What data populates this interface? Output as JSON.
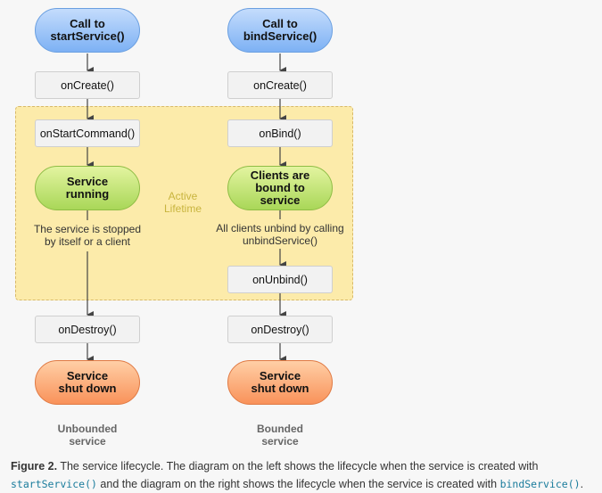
{
  "active_lifetime": [
    "Active",
    "Lifetime"
  ],
  "left": {
    "start": [
      "Call to",
      "startService()"
    ],
    "on_create": "onCreate()",
    "on_start_command": "onStartCommand()",
    "running": [
      "Service",
      "running"
    ],
    "note": [
      "The service is stopped",
      "by itself or a client"
    ],
    "on_destroy": "onDestroy()",
    "shutdown": [
      "Service",
      "shut down"
    ],
    "label": [
      "Unbounded",
      "service"
    ]
  },
  "right": {
    "start": [
      "Call to",
      "bindService()"
    ],
    "on_create": "onCreate()",
    "on_bind": "onBind()",
    "bound": [
      "Clients are",
      "bound to",
      "service"
    ],
    "note": [
      "All clients unbind by calling",
      "unbindService()"
    ],
    "on_unbind": "onUnbind()",
    "on_destroy": "onDestroy()",
    "shutdown": [
      "Service",
      "shut down"
    ],
    "label": [
      "Bounded",
      "service"
    ]
  },
  "caption": {
    "figure": "Figure 2.",
    "text1": " The service lifecycle. The diagram on the left shows the lifecycle when the service is created with",
    "code1": "startService()",
    "text2": " and the diagram on the right shows the lifecycle when the service is created with ",
    "code2": "bindService()",
    "end": "."
  },
  "colors": {
    "start": "#7db1f4",
    "active": "#a9d758",
    "shutdown": "#f9925a",
    "region": "#fcebaa"
  }
}
